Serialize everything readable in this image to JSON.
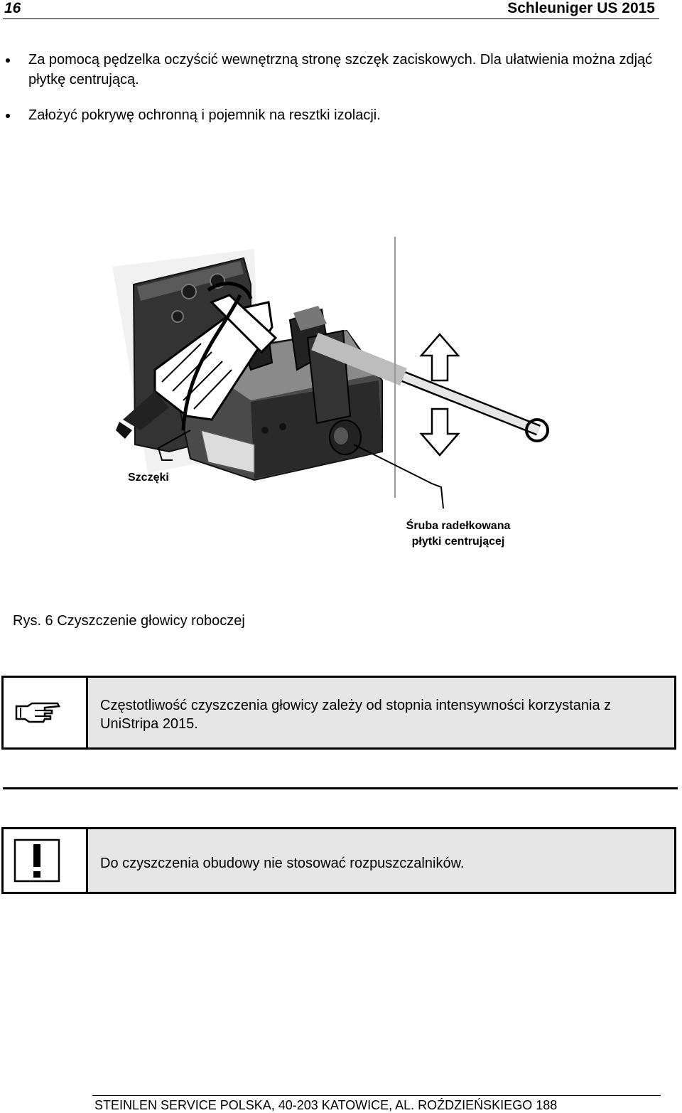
{
  "header": {
    "page_number": "16",
    "title": "Schleuniger US 2015"
  },
  "bullets": [
    "Za pomocą pędzelka oczyścić wewnętrzną stronę szczęk zaciskowych. Dla ułatwienia można zdjąć płytkę centrującą.",
    "Założyć pokrywę ochronną i pojemnik na resztki izolacji."
  ],
  "figure": {
    "labels": {
      "jaws": "Szczęki",
      "screw_line1": "Śruba radełkowana",
      "screw_line2": "płytki centrującej"
    },
    "caption": "Rys. 6 Czyszczenie głowicy roboczej"
  },
  "note": {
    "icon": "pointing-hand-icon",
    "text": "Częstotliwość czyszczenia głowicy zależy od stopnia intensywności korzystania z UniStripa 2015."
  },
  "warning": {
    "icon": "exclamation-icon",
    "text": "Do czyszczenia obudowy nie stosować rozpuszczalników."
  },
  "footer": {
    "text": "STEINLEN SERVICE POLSKA, 40-203 KATOWICE, AL. ROŹDZIEŃSKIEGO 188"
  }
}
